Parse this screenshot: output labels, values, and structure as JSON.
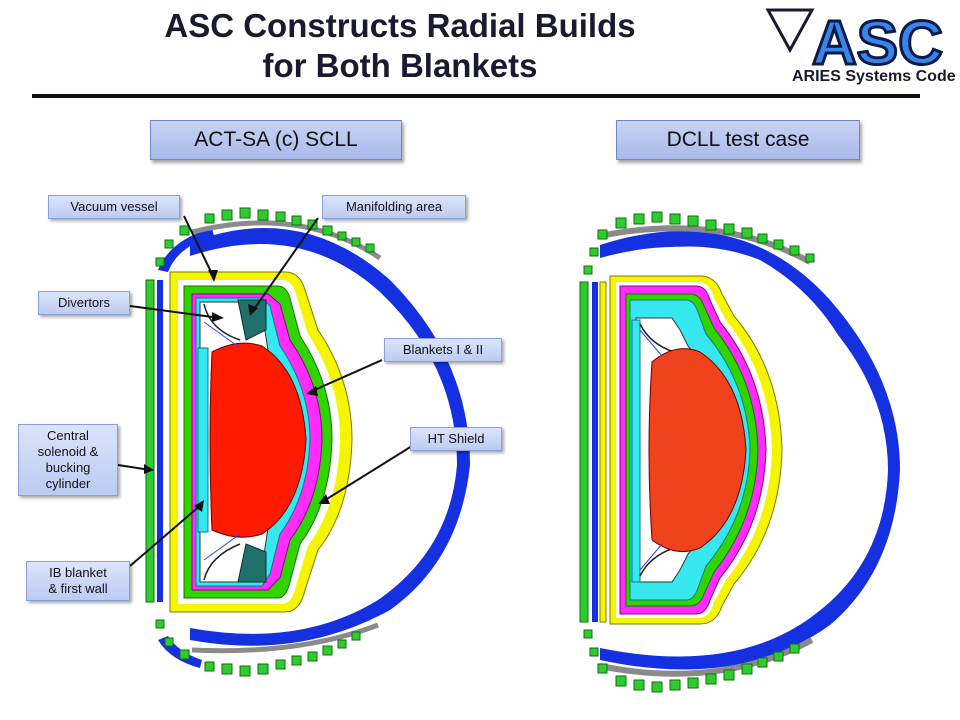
{
  "title_line1": "ASC Constructs Radial Builds",
  "title_line2": "for Both Blankets",
  "logo": {
    "mark": "ASC",
    "subtitle": "ARIES Systems Code"
  },
  "left_header": "ACT-SA (c) SCLL",
  "right_header": "DCLL test case",
  "labels": {
    "vacuum_vessel": "Vacuum vessel",
    "manifolding_area": "Manifolding area",
    "divertors": "Divertors",
    "blankets": "Blankets I & II",
    "ht_shield": "HT Shield",
    "central_solenoid_1": "Central",
    "central_solenoid_2": "solenoid &",
    "central_solenoid_3": "bucking",
    "central_solenoid_4": "cylinder",
    "ib_blanket_1": "IB blanket",
    "ib_blanket_2": "& first wall"
  },
  "colors": {
    "outer_shell": "#1530e0",
    "vacuum_vessel": "#f5f500",
    "shield": "#32d400",
    "blanket": "#35e8f0",
    "manifold": "#ff2bff",
    "plasma": "#ff1a00",
    "divertor": "#1f6f6a",
    "coil": "#2fcc2f"
  }
}
